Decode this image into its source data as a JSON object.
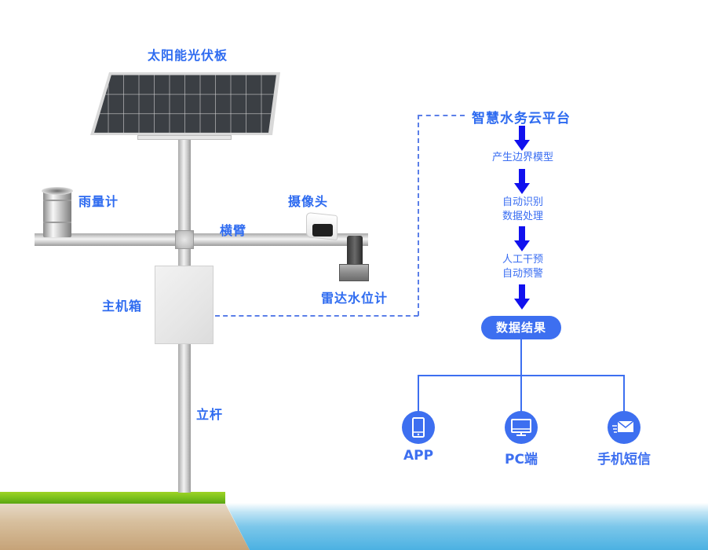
{
  "labels": {
    "solar_panel": "太阳能光伏板",
    "rain_gauge": "雨量计",
    "camera": "摄像头",
    "crossarm": "横臂",
    "radar_level_meter": "雷达水位计",
    "host_box": "主机箱",
    "pole": "立杆"
  },
  "flow": {
    "platform": "智慧水务云平台",
    "step1": "产生边界模型",
    "step2_line1": "自动识别",
    "step2_line2": "数据处理",
    "step3_line1": "人工干预",
    "step3_line2": "自动预警",
    "result": "数据结果"
  },
  "outputs": [
    {
      "label": "APP",
      "icon": "mobile-phone-icon"
    },
    {
      "label": "PC端",
      "icon": "monitor-icon"
    },
    {
      "label": "手机短信",
      "icon": "envelope-icon"
    }
  ],
  "colors": {
    "accent": "#3d6ff0",
    "label_text": "#2e6bf0",
    "arrow": "#1111ee",
    "grass": "#7cc11c",
    "water": "#4bb1e2"
  }
}
